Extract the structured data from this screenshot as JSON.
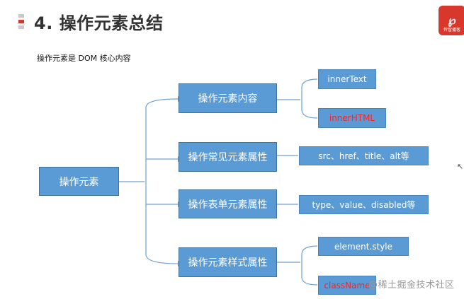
{
  "title": "4. 操作元素总结",
  "subtitle": "操作元素是 DOM 核心内容",
  "logo": {
    "mark": "℘",
    "text": "传智播客"
  },
  "root": {
    "label": "操作元素"
  },
  "branches": [
    {
      "label": "操作元素内容",
      "leaves": [
        {
          "label": "innerText",
          "color": "#ffffff"
        },
        {
          "label": "innerHTML",
          "color": "#ff2020"
        }
      ]
    },
    {
      "label": "操作常见元素属性",
      "leaves": [
        {
          "label": "src、href、title、alt等",
          "color": "#ffffff"
        }
      ]
    },
    {
      "label": "操作表单元素属性",
      "leaves": [
        {
          "label": "type、value、disabled等",
          "color": "#ffffff"
        }
      ]
    },
    {
      "label": "操作元素样式属性",
      "leaves": [
        {
          "label": "element.style",
          "color": "#ffffff"
        },
        {
          "label": "className",
          "color": "#ff2020"
        }
      ]
    }
  ],
  "watermark": "@稀土掘金技术社区",
  "colors": {
    "box_fill": "#5b9bd5",
    "connector": "#6f9fd4",
    "accent_red": "#ff2020"
  }
}
